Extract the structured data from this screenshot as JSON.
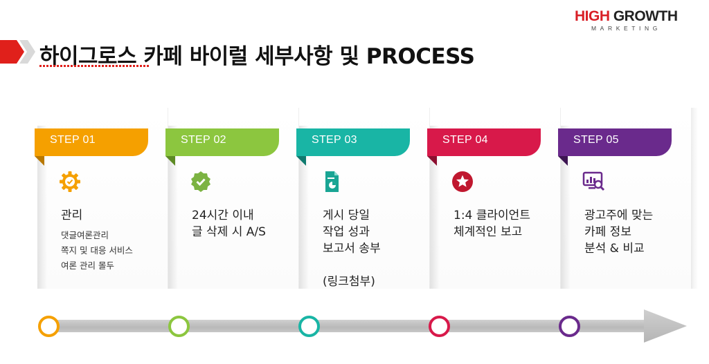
{
  "header": {
    "title": "하이그로스 카페 바이럴 세부사항 및 PROCESS"
  },
  "logo": {
    "main_red": "HIGH",
    "main_dark": " GROWTH",
    "sub": "MARKETING"
  },
  "steps": [
    {
      "label": "STEP 01",
      "color": "#f5a000",
      "icon": "gear-check-icon",
      "text": "관리",
      "sub": "댓글여론관리\n쪽지 및 대응 서비스\n여론 관리 몰두"
    },
    {
      "label": "STEP 02",
      "color": "#8cc63f",
      "icon": "badge-check-icon",
      "text": "24시간 이내\n글 삭제 시 A/S",
      "sub": ""
    },
    {
      "label": "STEP 03",
      "color": "#19b5a5",
      "icon": "report-document-icon",
      "text": "게시 당일\n작업 성과\n보고서 송부\n\n(링크첨부)",
      "sub": ""
    },
    {
      "label": "STEP 04",
      "color": "#d8194a",
      "icon": "star-circle-icon",
      "text": "1:4 클라이언트\n체계적인 보고",
      "sub": ""
    },
    {
      "label": "STEP 05",
      "color": "#6a2a8c",
      "icon": "analytics-monitor-icon",
      "text": "광고주에 맞는\n카페 정보\n분석 & 비교",
      "sub": ""
    }
  ],
  "accent_color": "#e0201b"
}
